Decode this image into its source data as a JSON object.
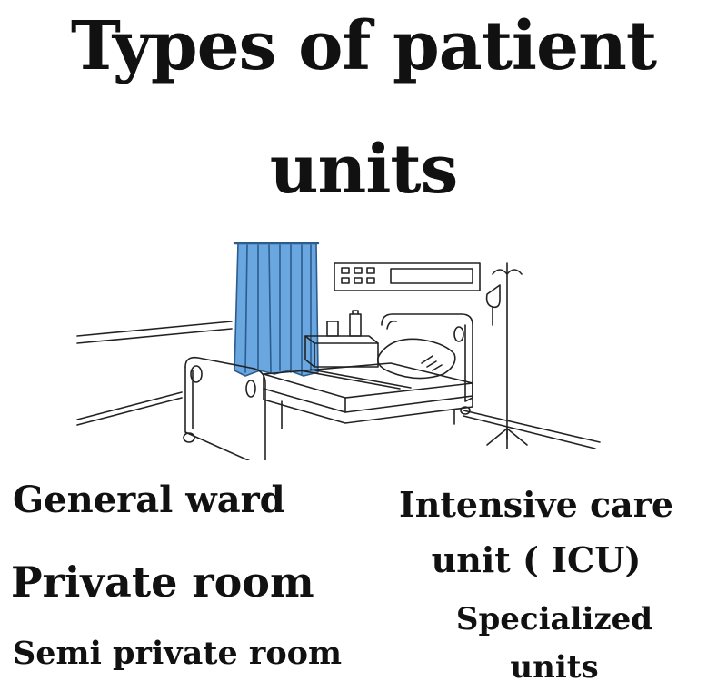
{
  "title": {
    "line1": "Types of patient",
    "line2": "units"
  },
  "illustration": {
    "subject": "hospital bed with curtain, bedside table and IV stand",
    "curtain_color": "#6aa6e0",
    "line_color": "#222222"
  },
  "unit_types": {
    "general_ward": "General ward",
    "private_room": "Private room",
    "semi_private_room": "Semi private room",
    "icu": "Intensive care unit ( ICU)",
    "specialized": "Specialized units"
  }
}
